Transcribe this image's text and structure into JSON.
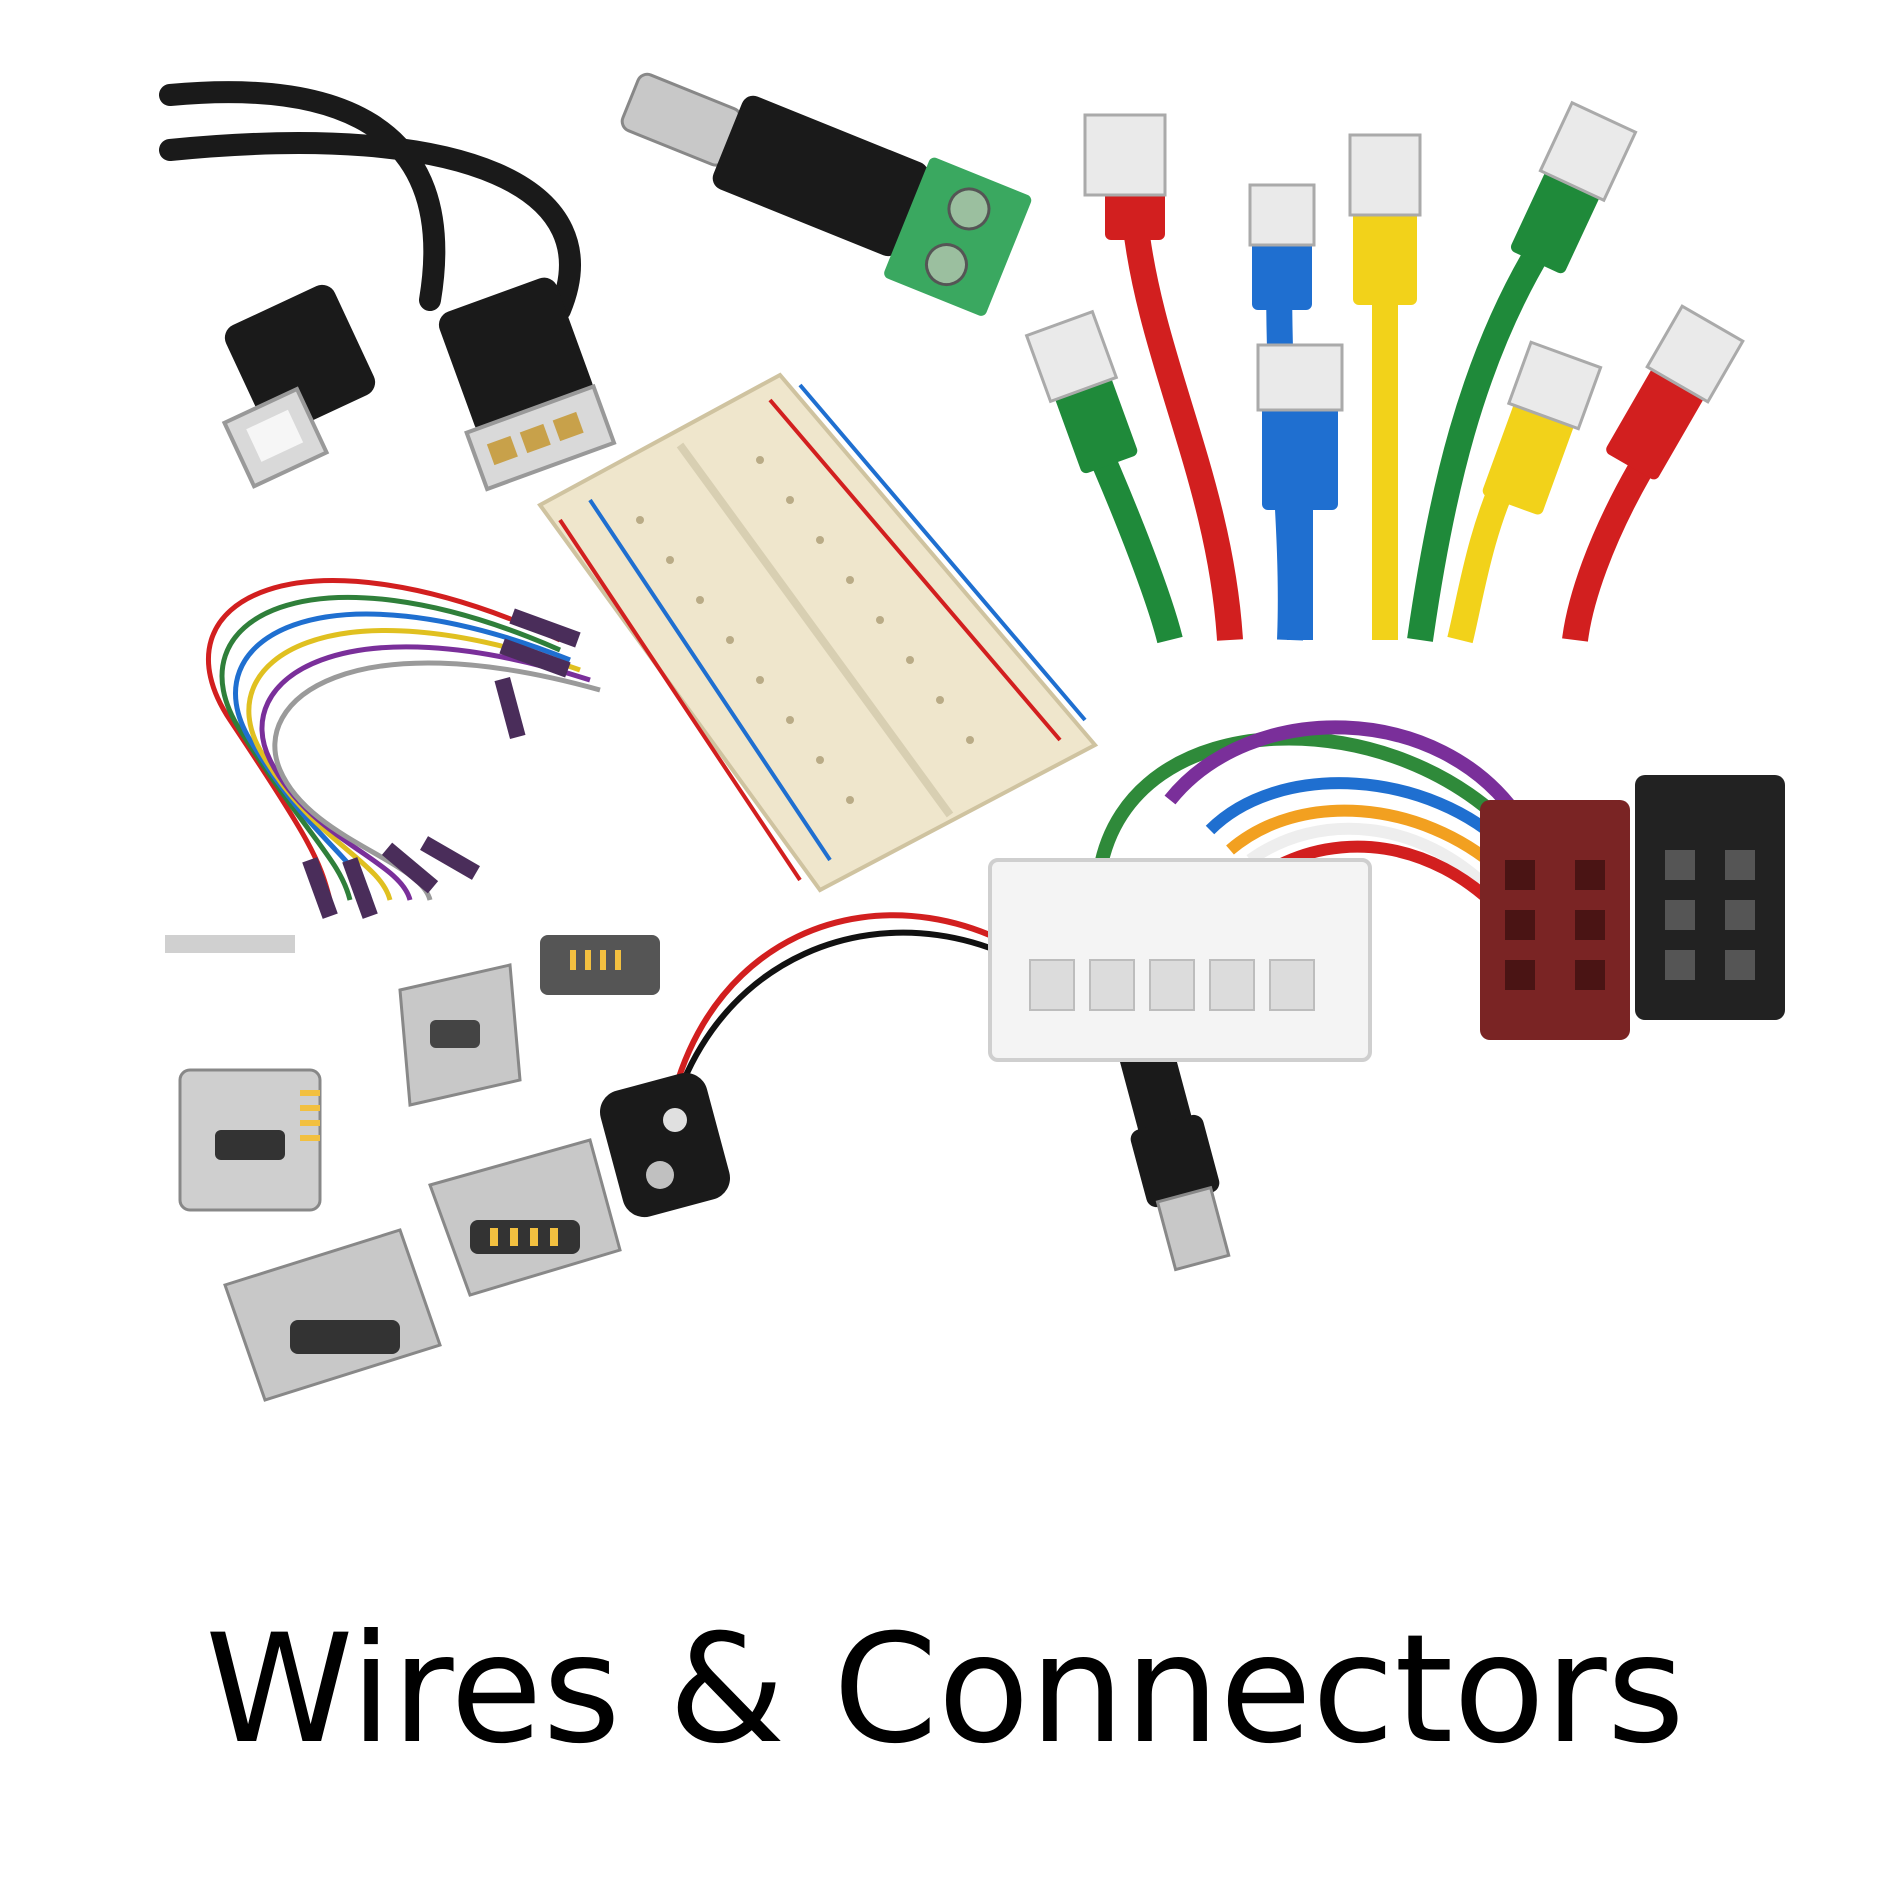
{
  "caption": "Wires & Connectors",
  "colors": {
    "cable_black": "#1a1a1a",
    "wire_red": "#d21f1f",
    "wire_blue": "#1f6fd0",
    "wire_yellow": "#f2d21a",
    "wire_green": "#1f8a3a",
    "wire_purple": "#7a2f9a",
    "breadboard": "#efe6cc",
    "terminal_green": "#3aa860",
    "iso_red": "#7a2424",
    "iso_black": "#222222",
    "metal": "#c8c8c8",
    "plug_white": "#f4f4f4"
  },
  "items": [
    {
      "name": "usb-cable",
      "icon": "usb-cable-icon"
    },
    {
      "name": "dc-barrel-terminal-adapter",
      "icon": "dc-jack-icon"
    },
    {
      "name": "ethernet-patch-cables",
      "icon": "rj45-icon"
    },
    {
      "name": "jumper-wires",
      "icon": "jumper-wire-icon"
    },
    {
      "name": "breadboard",
      "icon": "breadboard-icon"
    },
    {
      "name": "micro-usb-sockets",
      "icon": "micro-usb-icon"
    },
    {
      "name": "battery-snap-cable",
      "icon": "battery-snap-icon"
    },
    {
      "name": "iso-wiring-harness",
      "icon": "iso-harness-icon"
    }
  ]
}
